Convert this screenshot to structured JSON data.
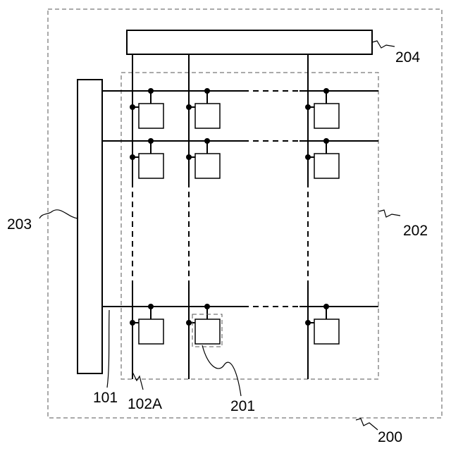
{
  "labels": {
    "device": "200",
    "pixel": "201",
    "pixel_area": "202",
    "scan_driver": "203",
    "data_driver": "204",
    "scan_line": "101",
    "data_line": "102A"
  }
}
